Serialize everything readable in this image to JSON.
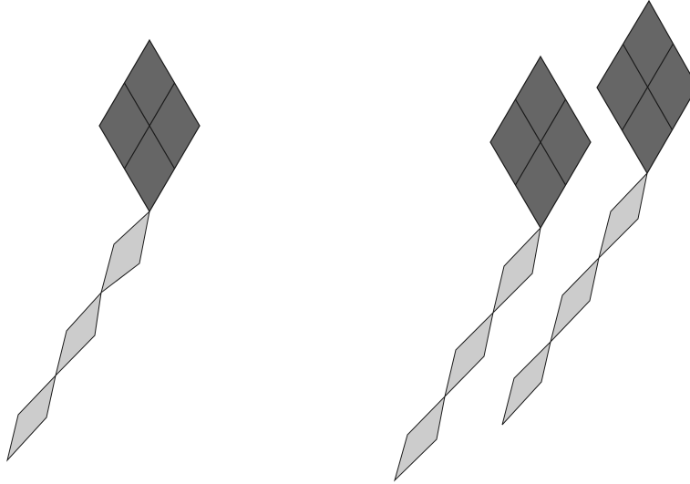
{
  "colors": {
    "background": "#ffffff",
    "kite_fill": "#666666",
    "tail_fill": "#cccccc",
    "outline": "#1a1a1a"
  },
  "groups": [
    {
      "name": "single-kite-group",
      "kites": 1
    },
    {
      "name": "double-kite-group",
      "kites": 2
    }
  ]
}
